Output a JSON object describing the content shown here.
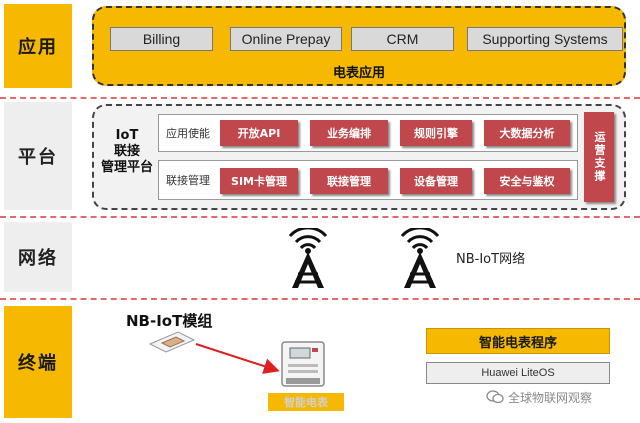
{
  "layers": {
    "application": "应用",
    "platform": "平台",
    "network": "网络",
    "terminal": "终端"
  },
  "application": {
    "buttons": [
      "Billing",
      "Online Prepay",
      "CRM",
      "Supporting Systems"
    ],
    "title": "电表应用"
  },
  "platform": {
    "iot_label_lines": [
      "IoT",
      "联接",
      "管理平台"
    ],
    "rows": [
      {
        "label": "应用使能",
        "items": [
          "开放API",
          "业务编排",
          "规则引擎",
          "大数据分析"
        ]
      },
      {
        "label": "联接管理",
        "items": [
          "SIM卡管理",
          "联接管理",
          "设备管理",
          "安全与鉴权"
        ]
      }
    ],
    "operations": "运营支撑"
  },
  "network": {
    "label": "NB-IoT网络"
  },
  "terminal": {
    "module_label": "NB-IoT模组",
    "meter_program": "智能电表程序",
    "os": "Huawei LiteOS",
    "meter_caption": "智能电表"
  },
  "watermark": "全球物联网观察",
  "colors": {
    "accent_yellow": "#f6b800",
    "platform_red": "#c0474b",
    "separator": "#e06a6a",
    "arrow": "#e02020"
  }
}
